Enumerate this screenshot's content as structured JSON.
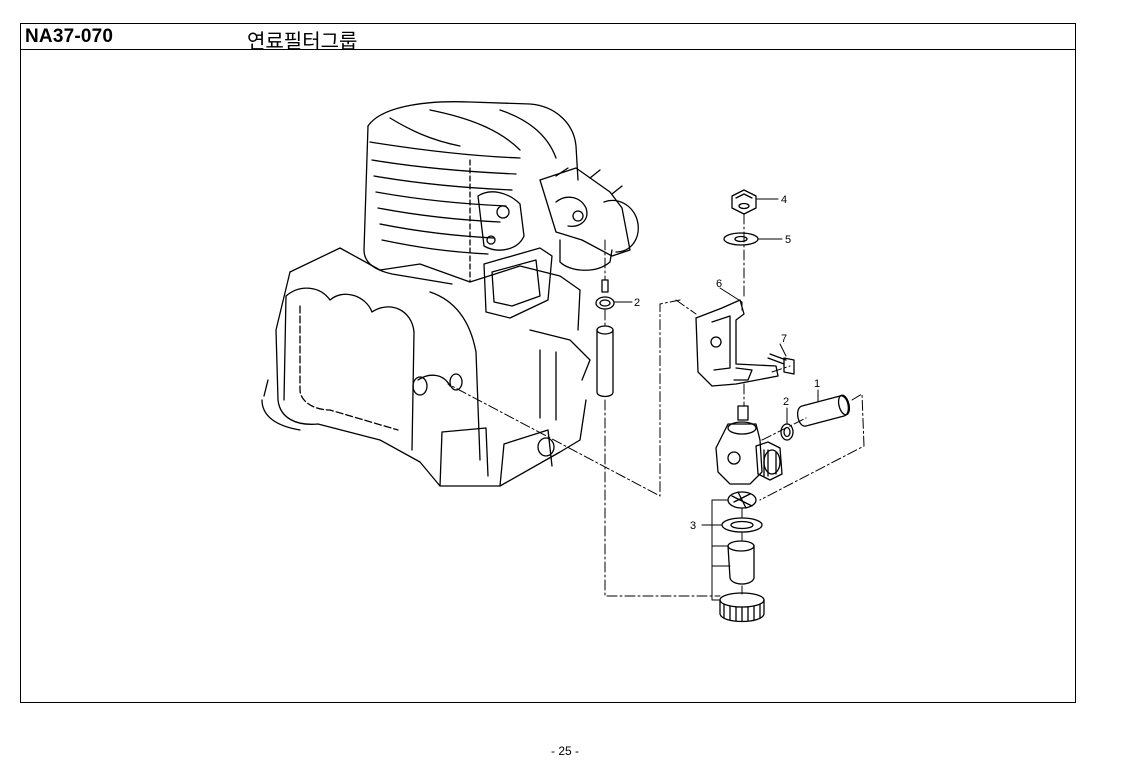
{
  "header": {
    "code": "NA37-070",
    "title": "연료필터그룹"
  },
  "callouts": [
    {
      "number": "1"
    },
    {
      "number": "2"
    },
    {
      "number": "2"
    },
    {
      "number": "3"
    },
    {
      "number": "4"
    },
    {
      "number": "5"
    },
    {
      "number": "6"
    },
    {
      "number": "7"
    }
  ],
  "footer": {
    "page": "- 25 -"
  }
}
